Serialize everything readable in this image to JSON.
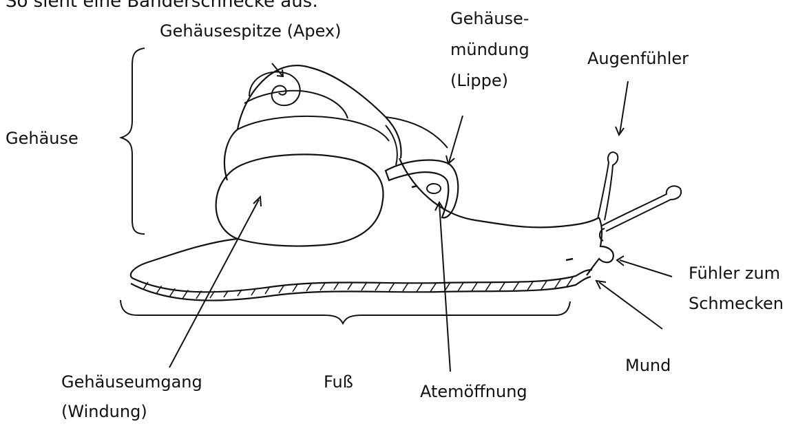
{
  "heading": "So sieht eine Bänderschnecke aus:",
  "labels": {
    "apex": "Gehäusespitze (Apex)",
    "muendung_line1": "Gehäuse-",
    "muendung_line2": "mündung",
    "muendung_line3": "(Lippe)",
    "augenfuehler": "Augenfühler",
    "gehaeuse": "Gehäuse",
    "fuehler_line1": "Fühler zum",
    "fuehler_line2": "Schmecken",
    "umgang_line1": "Gehäuseumgang",
    "umgang_line2": "(Windung)",
    "fuss": "Fuß",
    "atem": "Atemöffnung",
    "mund": "Mund"
  }
}
